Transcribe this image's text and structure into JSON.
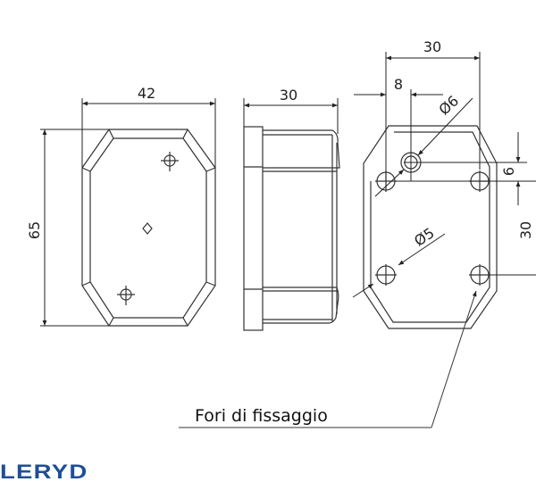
{
  "drawing": {
    "front_view": {
      "width_label": "42",
      "height_label": "65"
    },
    "side_view": {
      "depth_label": "30"
    },
    "rear_view": {
      "hole_spacing_horizontal_label": "30",
      "offset_label": "8",
      "large_hole_diameter_label": "Ø6",
      "vertical_offset_label": "6",
      "hole_spacing_vertical_label": "30",
      "mounting_hole_diameter_label": "Ø5"
    },
    "callout_label": "Fori di fissaggio"
  },
  "brand": {
    "logo_text": "LERYD",
    "color": "#1f4e96"
  },
  "colors": {
    "line": "#222222",
    "light_line": "#555555"
  }
}
